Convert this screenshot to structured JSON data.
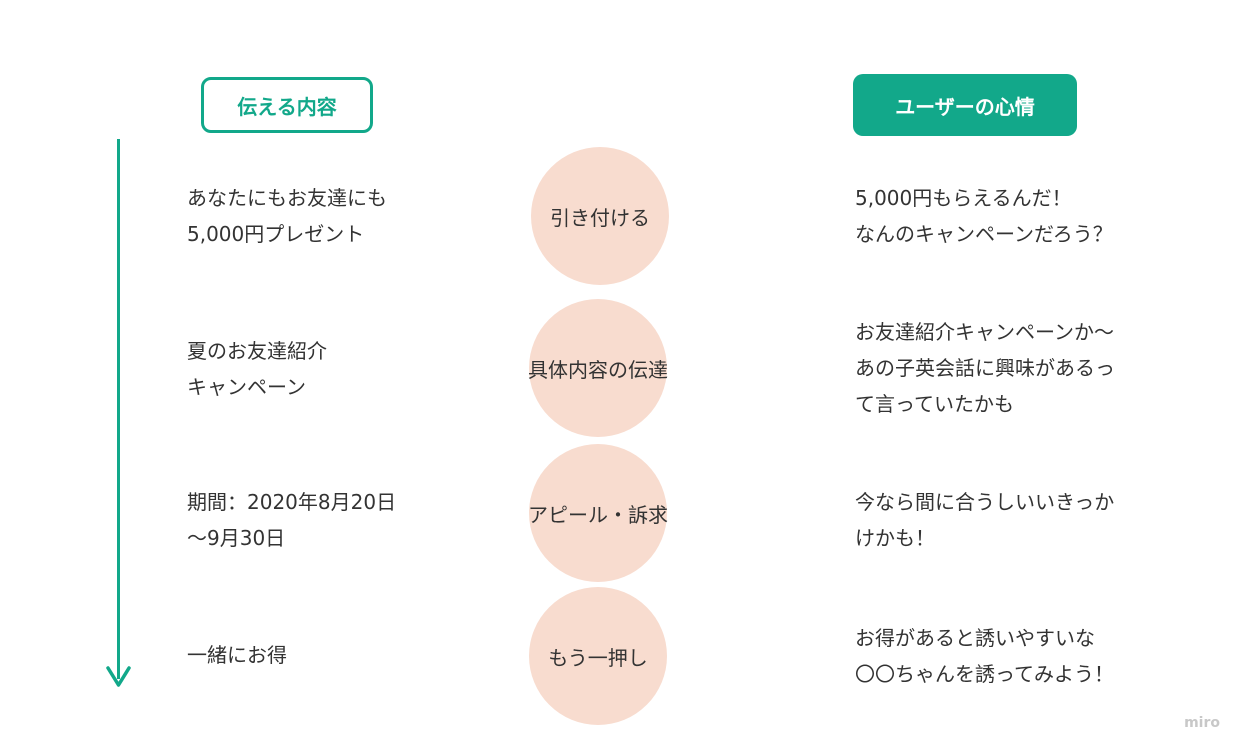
{
  "headers": {
    "left": "伝える内容",
    "right": "ユーザーの心情"
  },
  "rows": [
    {
      "content": "あなたにもお友達にも\n5,000円プレゼント",
      "stage": "引き付ける",
      "feeling": "5,000円もらえるんだ！\nなんのキャンペーンだろう？"
    },
    {
      "content": "夏のお友達紹介\nキャンペーン",
      "stage": "具体内容の伝達",
      "feeling": "お友達紹介キャンペーンか〜\nあの子英会話に興味があるっ\nて言っていたかも"
    },
    {
      "content": "期間：2020年8月20日\n〜9月30日",
      "stage": "アピール・訴求",
      "feeling": "今なら間に合うしいいきっか\nけかも！"
    },
    {
      "content": "一緒にお得",
      "stage": "もう一押し",
      "feeling": "お得があると誘いやすいな\n〇〇ちゃんを誘ってみよう！"
    }
  ],
  "watermark": "miro",
  "colors": {
    "accent": "#12a88a",
    "circle": "#f8dccf"
  }
}
